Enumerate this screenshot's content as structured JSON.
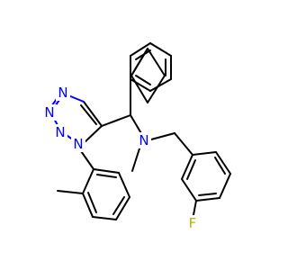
{
  "colors": {
    "carbon": "#000000",
    "nitrogen": "#0000ff",
    "fluorine": "#b3b300",
    "background": "#ffffff"
  },
  "atoms": {
    "n_tetrazole_1": "N",
    "n_tetrazole_2": "N",
    "n_tetrazole_3": "N",
    "n_tetrazole_4": "N",
    "n_amine": "N",
    "f": "F"
  }
}
